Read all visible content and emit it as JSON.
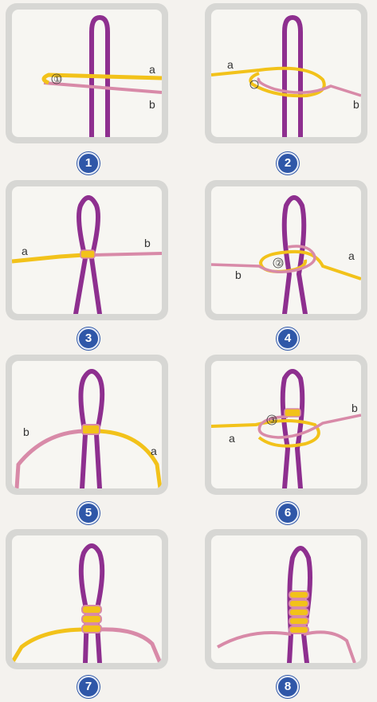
{
  "colors": {
    "purple": "#8e2f8f",
    "yellow": "#f2c21a",
    "pink": "#d88aa8",
    "badge": "#2f57a8",
    "frame": "#d7d7d4"
  },
  "steps": [
    {
      "number": "1",
      "label_a": "a",
      "label_b": "b",
      "marker": "①"
    },
    {
      "number": "2",
      "label_a": "a",
      "label_b": "b"
    },
    {
      "number": "3",
      "label_a": "a",
      "label_b": "b"
    },
    {
      "number": "4",
      "label_a": "a",
      "label_b": "b",
      "marker": "②"
    },
    {
      "number": "5",
      "label_a": "a",
      "label_b": "b"
    },
    {
      "number": "6",
      "label_a": "a",
      "label_b": "b",
      "marker": "③"
    },
    {
      "number": "7"
    },
    {
      "number": "8"
    }
  ]
}
